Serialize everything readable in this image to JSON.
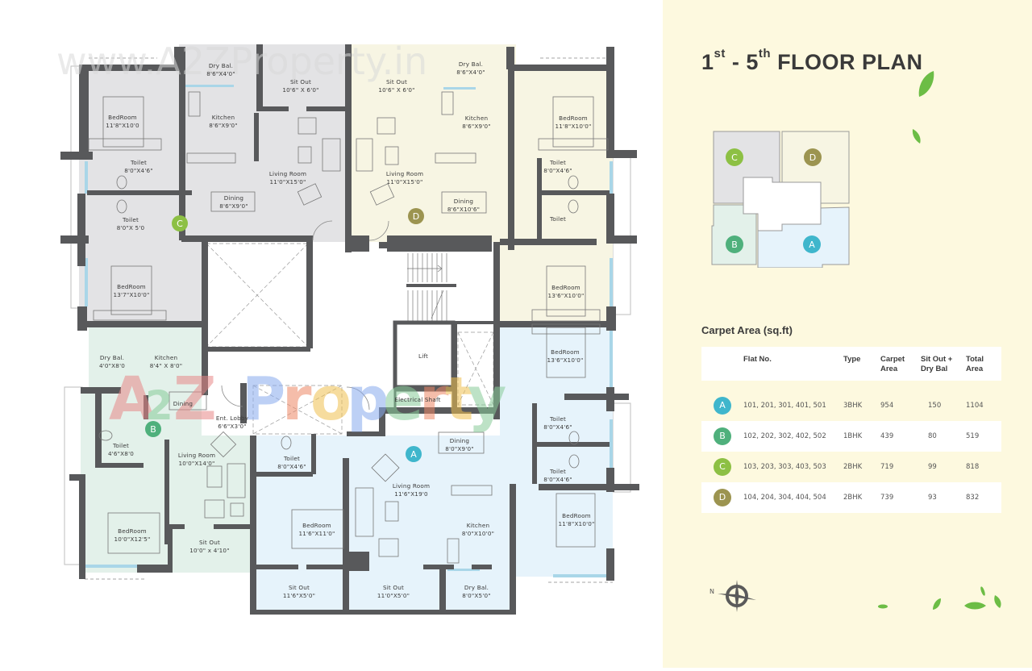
{
  "header": {
    "title_part1": "1",
    "title_sup1": "st",
    "title_dash": " - 5",
    "title_sup2": "th",
    "title_rest": " FLOOR PLAN"
  },
  "watermarks": {
    "top": "www.A2ZProperty.in",
    "center": "A2Z Property"
  },
  "key_plan": {
    "units": [
      {
        "label": "C",
        "color": "#8dc044"
      },
      {
        "label": "D",
        "color": "#9c9450"
      },
      {
        "label": "B",
        "color": "#4fb07c"
      },
      {
        "label": "A",
        "color": "#3fb6cc"
      }
    ]
  },
  "carpet_area": {
    "title": "Carpet Area (sq.ft)",
    "columns": {
      "flat_no": "Flat No.",
      "type": "Type",
      "carpet_area_l1": "Carpet",
      "carpet_area_l2": "Area",
      "sitout_l1": "Sit Out +",
      "sitout_l2": "Dry Bal",
      "total_l1": "Total",
      "total_l2": "Area"
    },
    "rows": [
      {
        "unit": "A",
        "color": "#3fb6cc",
        "flats": "101, 201, 301, 401, 501",
        "type": "3BHK",
        "carpet": "954",
        "sitout": "150",
        "total": "1104"
      },
      {
        "unit": "B",
        "color": "#4fb07c",
        "flats": "102, 202, 302, 402, 502",
        "type": "1BHK",
        "carpet": "439",
        "sitout": "80",
        "total": "519"
      },
      {
        "unit": "C",
        "color": "#8dc044",
        "flats": "103, 203, 303, 403, 503",
        "type": "2BHK",
        "carpet": "719",
        "sitout": "99",
        "total": "818"
      },
      {
        "unit": "D",
        "color": "#9c9450",
        "flats": "104, 204, 304, 404, 504",
        "type": "2BHK",
        "carpet": "739",
        "sitout": "93",
        "total": "832"
      }
    ]
  },
  "compass": {
    "label": "N"
  },
  "rooms": {
    "c_dry_bal": [
      "Dry Bal.",
      "8'6\"X4'0\""
    ],
    "c_sit_out": [
      "Sit Out",
      "10'6\" X 6'0\""
    ],
    "c_bedroom1": [
      "BedRoom",
      "11'8\"X10'0"
    ],
    "c_kitchen": [
      "Kitchen",
      "8'6\"X9'0\""
    ],
    "c_toilet1": [
      "Toilet",
      "8'0\"X4'6\""
    ],
    "c_living": [
      "Living Room",
      "11'0\"X15'0\""
    ],
    "c_dining": [
      "Dining",
      "8'6\"X9'0\""
    ],
    "c_toilet2": [
      "Toilet",
      "8'0\"X 5'0"
    ],
    "c_bedroom2": [
      "BedRoom",
      "13'7\"X10'0\""
    ],
    "d_sit_out": [
      "Sit Out",
      "10'6\" X 6'0\""
    ],
    "d_dry_bal": [
      "Dry Bal.",
      "8'6\"X4'0\""
    ],
    "d_kitchen": [
      "Kitchen",
      "8'6\"X9'0\""
    ],
    "d_bedroom1": [
      "BedRoom",
      "11'8\"X10'0\""
    ],
    "d_living": [
      "Living Room",
      "11'0\"X15'0\""
    ],
    "d_dining": [
      "Dining",
      "8'6\"X10'6\""
    ],
    "d_toilet1": [
      "Toilet",
      "8'0\"X4'6\""
    ],
    "d_toilet2": [
      "Toilet"
    ],
    "d_bedroom2": [
      "BedRoom",
      "13'6\"X10'0\""
    ],
    "b_dry_bal": [
      "Dry Bal.",
      "4'0\"X8'0"
    ],
    "b_kitchen": [
      "Kitchen",
      "8'4\" X 8'0\""
    ],
    "b_dining": [
      "Dining"
    ],
    "b_toilet": [
      "Toilet",
      "4'6\"X8'0"
    ],
    "b_ent_lobby": [
      "Ent. Lobby",
      "6'6\"X3'0\""
    ],
    "b_living": [
      "Living Room",
      "10'0\"X14'0\""
    ],
    "b_bedroom": [
      "BedRoom",
      "10'0\"X12'5\""
    ],
    "b_sit_out": [
      "Sit Out",
      "10'0\" x 4'10\""
    ],
    "lift": [
      "Lift"
    ],
    "electrical_shaft": [
      "Electrical Shaft"
    ],
    "a_bedroom1": [
      "BedRoom",
      "13'6\"X10'0\""
    ],
    "a_toilet1": [
      "Toilet",
      "8'0\"X4'6\""
    ],
    "a_toilet2": [
      "Toilet",
      "8'0\"X4'6\""
    ],
    "a_bedroom2": [
      "BedRoom",
      "11'8\"X10'0\""
    ],
    "a_toilet3": [
      "Toilet",
      "8'0\"X4'6\""
    ],
    "a_dining": [
      "Dining",
      "8'0\"X9'0\""
    ],
    "a_living": [
      "Living Room",
      "11'6\"X19'0"
    ],
    "a_bedroom3": [
      "BedRoom",
      "11'6\"X11'0\""
    ],
    "a_kitchen": [
      "Kitchen",
      "8'0\"X10'0\""
    ],
    "a_sit_out1": [
      "Sit Out",
      "11'6\"X5'0\""
    ],
    "a_sit_out2": [
      "Sit Out",
      "11'0\"X5'0\""
    ],
    "a_dry_bal": [
      "Dry Bal.",
      "8'0\"X5'0\""
    ]
  },
  "unit_markers": {
    "A": "A",
    "B": "B",
    "C": "C",
    "D": "D"
  },
  "colors": {
    "unit_a_fill": "#e6f3fb",
    "unit_b_fill": "#e3f1ea",
    "unit_c_fill": "#e3e3e5",
    "unit_d_fill": "#f7f5e3",
    "wall": "#58595b",
    "panel_bg": "#fdf9df",
    "leaf": "#6cbd45"
  }
}
